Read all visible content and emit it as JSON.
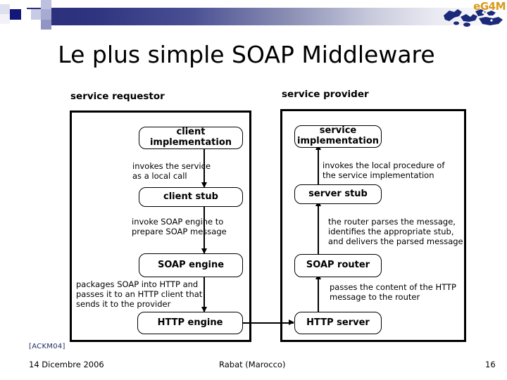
{
  "header": {
    "logo_text": "eG4M",
    "logo_icon": "mediterranean-map-icon",
    "accent_navy": "#13177a",
    "accent_gold": "#d99a1c"
  },
  "title": "Le plus simple SOAP Middleware",
  "diagram": {
    "requestor": {
      "label": "service requestor",
      "nodes": [
        {
          "id": "client-implementation",
          "label": "client\nimplementation"
        },
        {
          "id": "client-stub",
          "label": "client stub"
        },
        {
          "id": "soap-engine",
          "label": "SOAP engine"
        },
        {
          "id": "http-engine",
          "label": "HTTP engine"
        }
      ],
      "notes": [
        "invokes the service\nas a local call",
        "invoke SOAP engine to\nprepare SOAP message",
        "packages SOAP into HTTP and\npasses it to an HTTP client that\nsends it to the provider"
      ]
    },
    "provider": {
      "label": "service provider",
      "nodes": [
        {
          "id": "service-implementation",
          "label": "service\nimplementation"
        },
        {
          "id": "server-stub",
          "label": "server stub"
        },
        {
          "id": "soap-router",
          "label": "SOAP router"
        },
        {
          "id": "http-server",
          "label": "HTTP server"
        }
      ],
      "notes": [
        "invokes the local procedure of\nthe service implementation",
        "the router parses the message,\nidentifies the appropriate stub,\nand delivers the parsed message",
        "passes the content of the HTTP\nmessage to the router"
      ]
    }
  },
  "footer": {
    "citation": "[ACKM04]",
    "date": "14 Dicembre 2006",
    "place": "Rabat (Marocco)",
    "page": "16"
  }
}
